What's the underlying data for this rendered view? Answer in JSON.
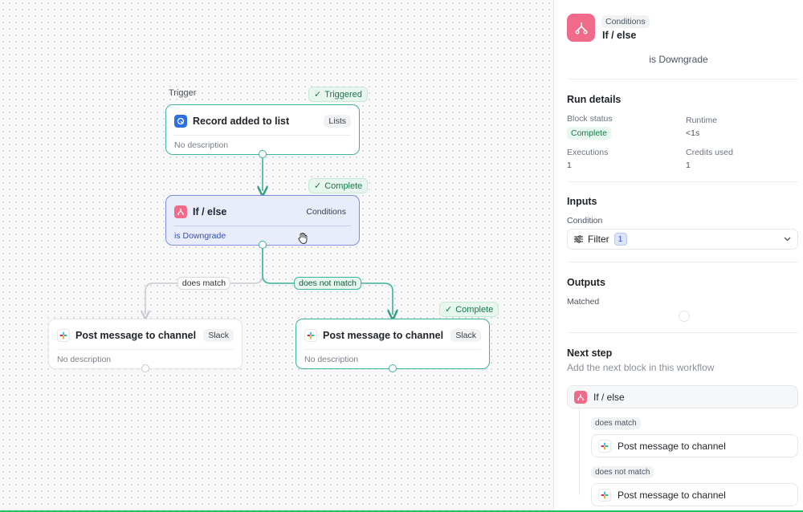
{
  "canvas": {
    "trigger_tag": "Trigger",
    "triggered_badge": "Triggered",
    "trigger_node": {
      "title": "Record added to list",
      "pill": "Lists",
      "desc": "No description"
    },
    "complete_badge_1": "Complete",
    "ifelse_node": {
      "title": "If / else",
      "pill": "Conditions",
      "desc": "is Downgrade"
    },
    "edge_does_match": "does match",
    "edge_does_not_match": "does not match",
    "complete_badge_2": "Complete",
    "left_node": {
      "title": "Post message to channel",
      "pill": "Slack",
      "desc": "No description"
    },
    "right_node": {
      "title": "Post message to channel",
      "pill": "Slack",
      "desc": "No description"
    }
  },
  "panel": {
    "header_category": "Conditions",
    "header_title": "If / else",
    "condition_summary": "is Downgrade",
    "run_details": {
      "title": "Run details",
      "block_status_label": "Block status",
      "block_status_value": "Complete",
      "runtime_label": "Runtime",
      "runtime_value": "<1s",
      "executions_label": "Executions",
      "executions_value": "1",
      "credits_label": "Credits used",
      "credits_value": "1"
    },
    "inputs": {
      "title": "Inputs",
      "condition_label": "Condition",
      "filter_label": "Filter",
      "filter_count": "1"
    },
    "outputs": {
      "title": "Outputs",
      "matched_label": "Matched"
    },
    "next_step": {
      "title": "Next step",
      "subtitle": "Add the next block in this workflow",
      "root_label": "If / else",
      "branch_1_tag": "does match",
      "branch_1_item": "Post message to channel",
      "branch_2_tag": "does not match",
      "branch_2_item": "Post message to channel"
    }
  },
  "colors": {
    "teal": "#3fb39a",
    "pink": "#f06b8a",
    "blue": "#2f6fe4",
    "selected_bg": "#e9ecfb"
  }
}
